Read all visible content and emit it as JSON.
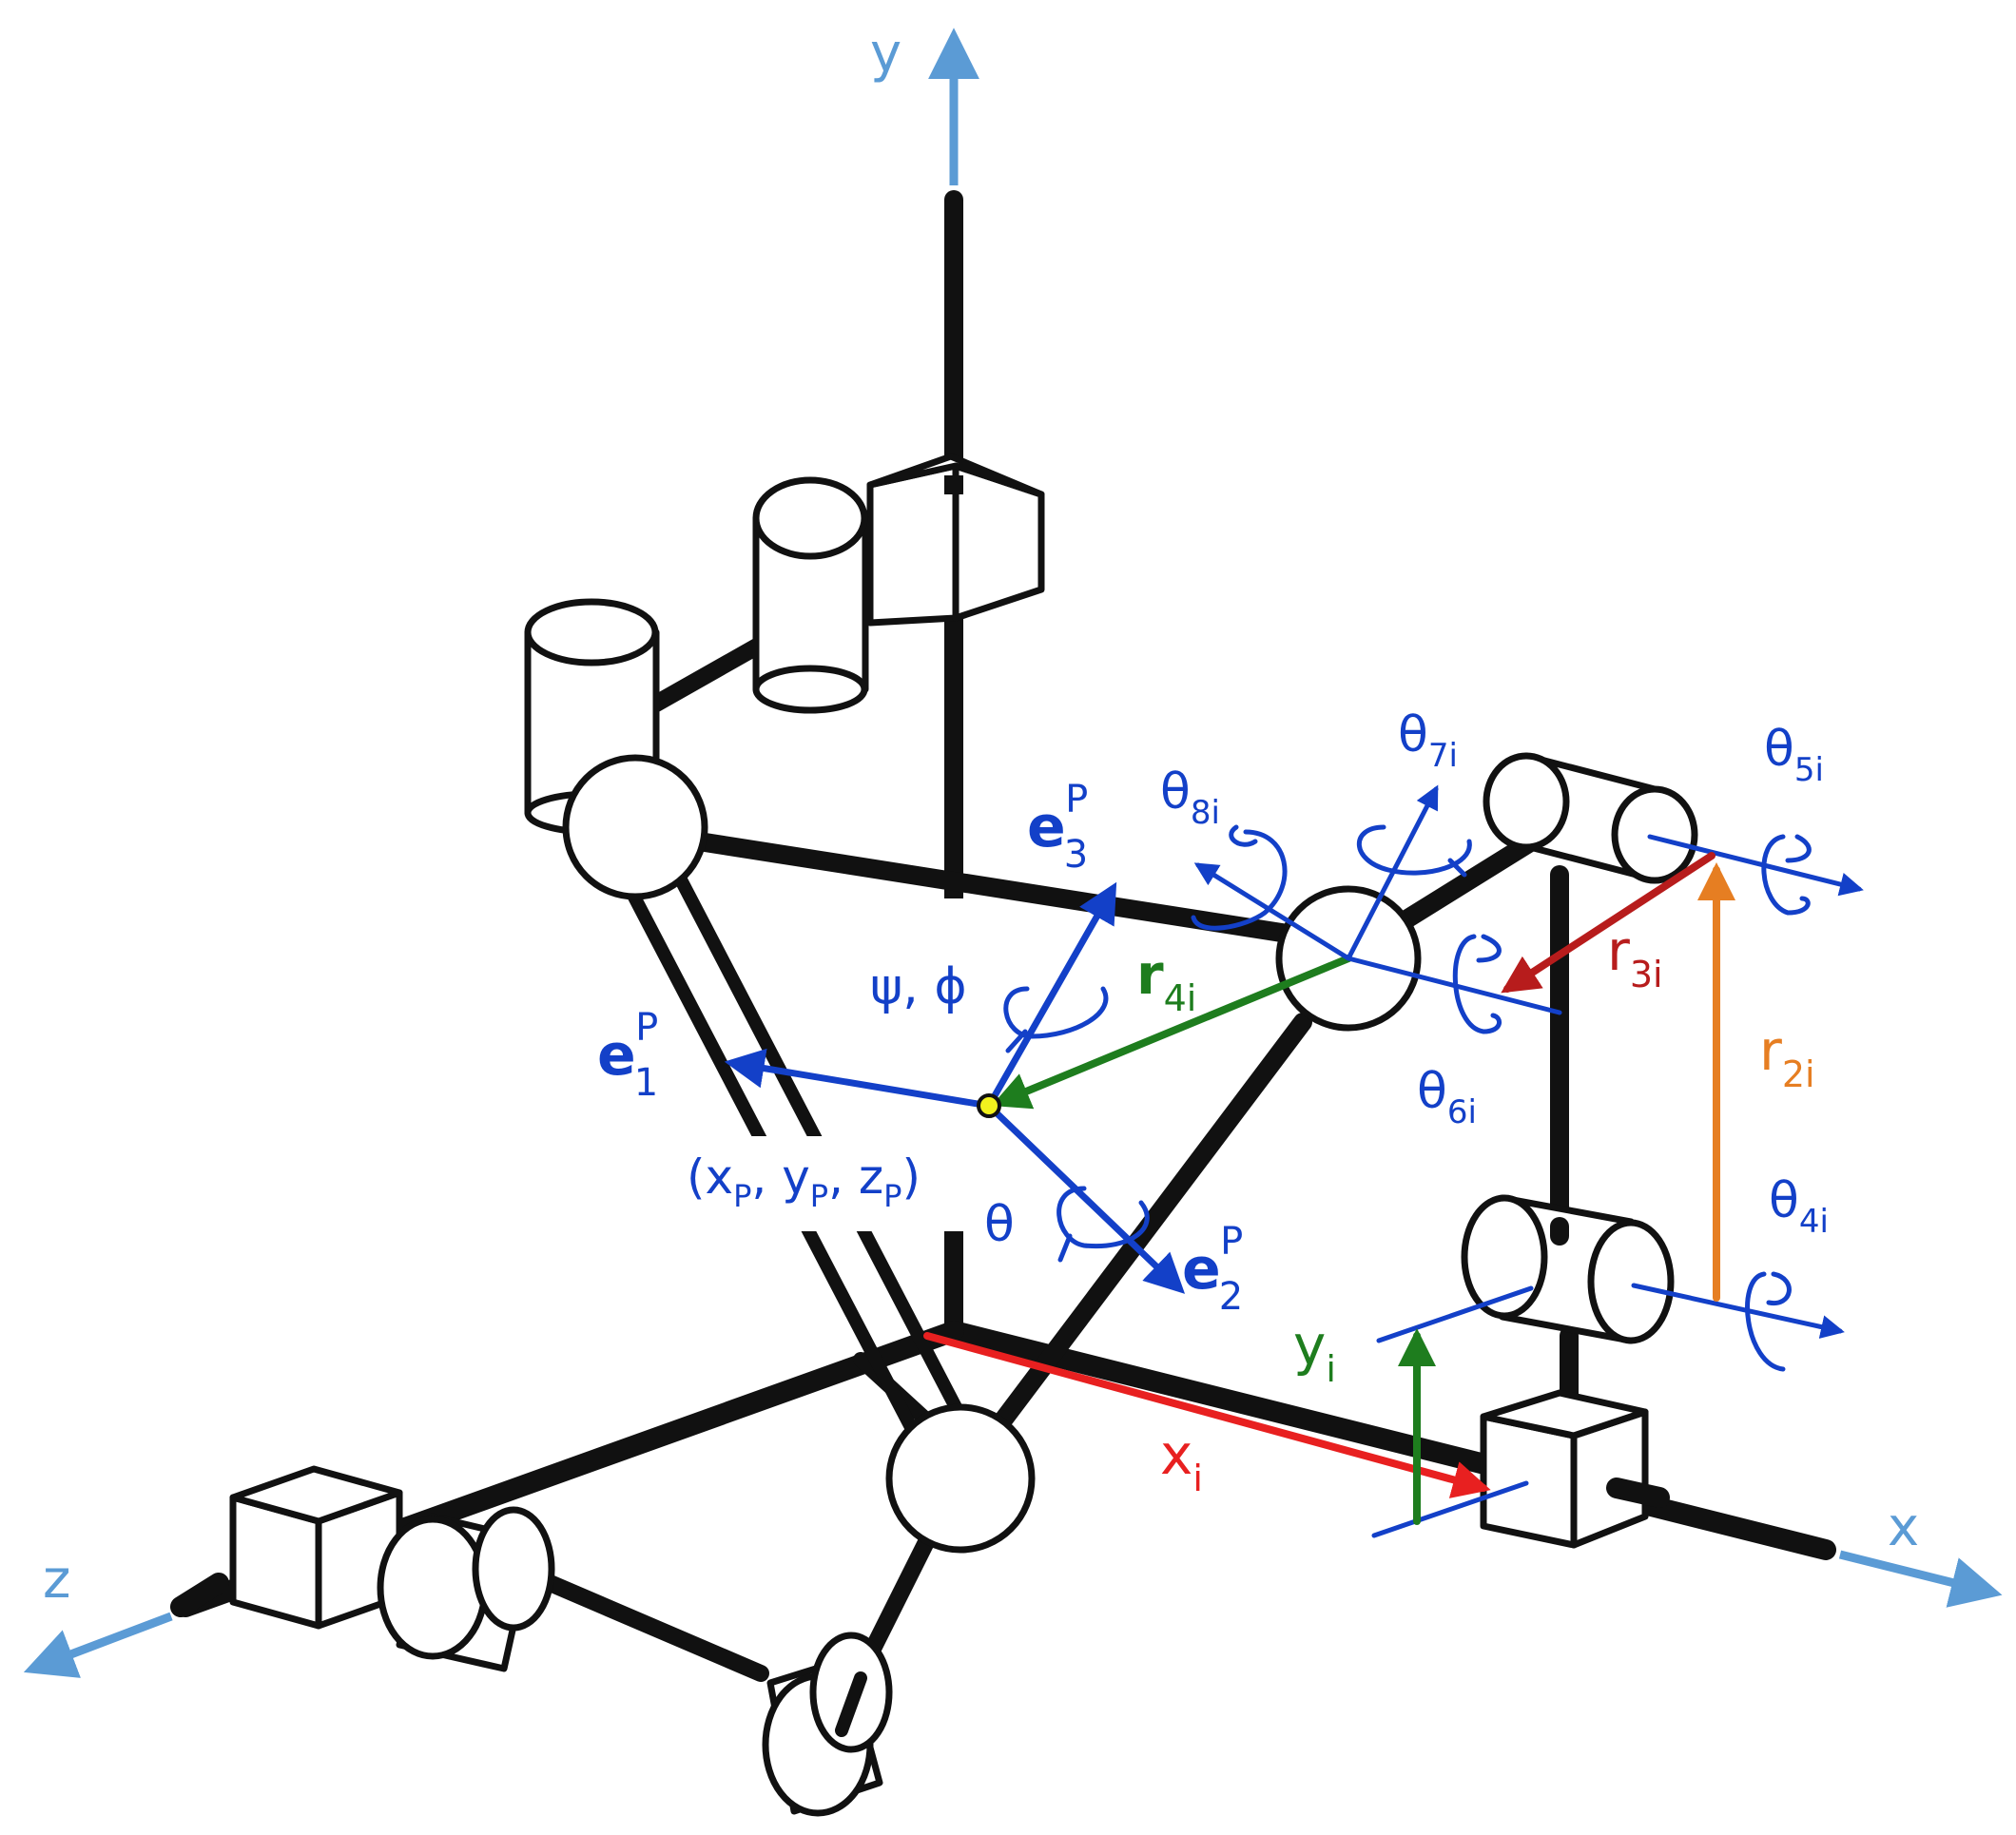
{
  "colors": {
    "structure": "#111111",
    "global_axes": "#5b9bd5",
    "platform_frame": "#1340c8",
    "r4": "#1e7d1e",
    "r3": "#b71c1c",
    "r2": "#e67e22",
    "xi": "#e82020",
    "yi": "#1e7d1e",
    "center_point": "#f2f21e"
  },
  "axes": {
    "y": "y",
    "x": "x",
    "z": "z"
  },
  "platform": {
    "e1": {
      "base": "e",
      "sub": "1",
      "sup": "P"
    },
    "e2": {
      "base": "e",
      "sub": "2",
      "sup": "P"
    },
    "e3": {
      "base": "e",
      "sub": "3",
      "sup": "P"
    },
    "position": {
      "open": "(",
      "x": "x",
      "y": "y",
      "z": "z",
      "sub": "P",
      "sep": ", ",
      "close": ")"
    },
    "psi_phi": "ψ, ϕ",
    "theta": "θ"
  },
  "joints": {
    "theta4": {
      "base": "θ",
      "sub": "4i"
    },
    "theta5": {
      "base": "θ",
      "sub": "5i"
    },
    "theta6": {
      "base": "θ",
      "sub": "6i"
    },
    "theta7": {
      "base": "θ",
      "sub": "7i"
    },
    "theta8": {
      "base": "θ",
      "sub": "8i"
    }
  },
  "vectors": {
    "r2": {
      "base": "r",
      "sub": "2i"
    },
    "r3": {
      "base": "r",
      "sub": "3i"
    },
    "r4": {
      "base": "r",
      "sub": "4i"
    },
    "xi": {
      "base": "x",
      "sub": "i"
    },
    "yi": {
      "base": "y",
      "sub": "i"
    }
  }
}
